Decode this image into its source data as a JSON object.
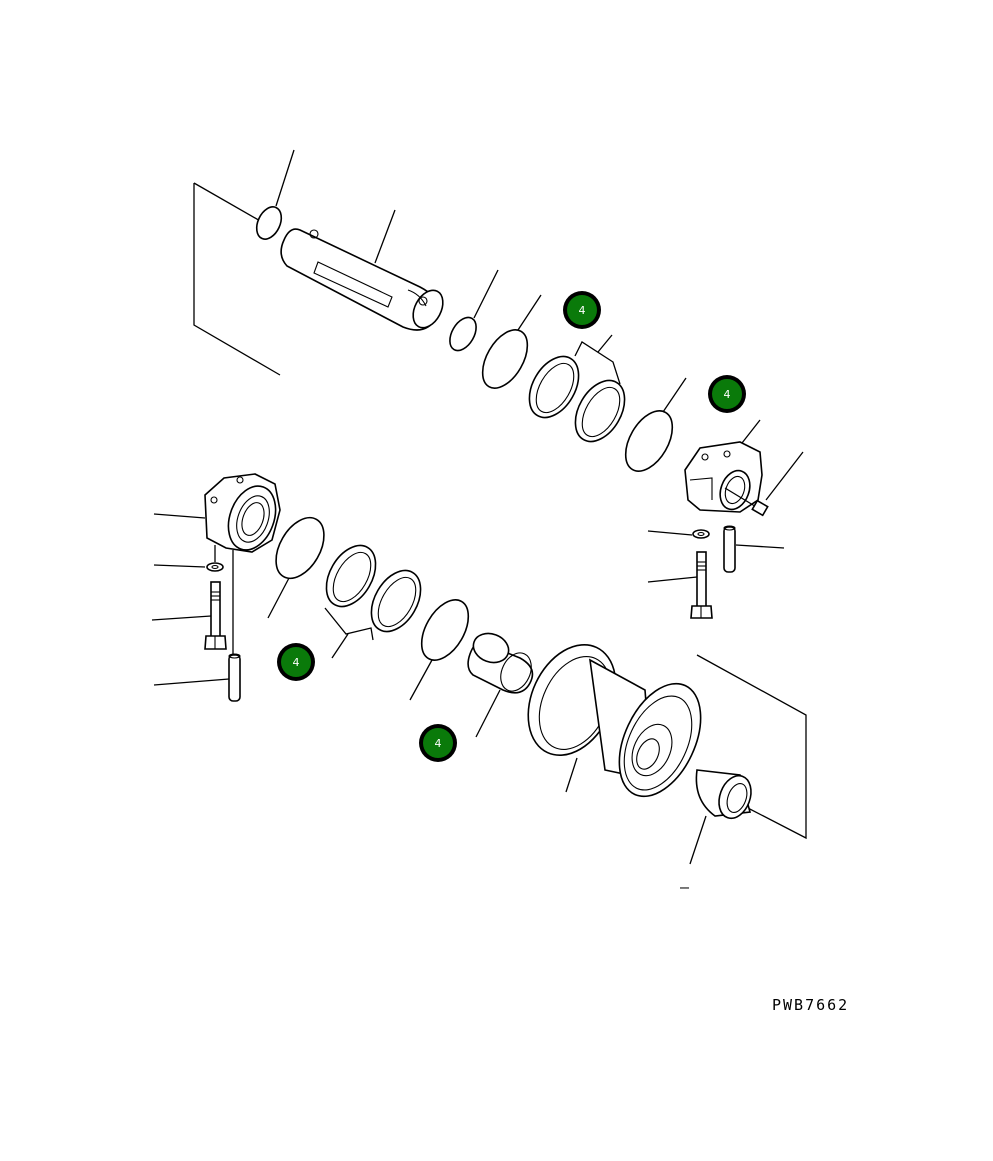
{
  "figure_code": "PWB7662",
  "callouts": [
    {
      "label": "4",
      "color": "#0a7a0a",
      "ring_color": "#000000"
    },
    {
      "label": "4",
      "color": "#0a7a0a",
      "ring_color": "#000000"
    },
    {
      "label": "4",
      "color": "#0a7a0a",
      "ring_color": "#000000"
    },
    {
      "label": "4",
      "color": "#0a7a0a",
      "ring_color": "#000000"
    }
  ],
  "stray_mark": "–",
  "parts": [
    "o-ring-top",
    "shaft",
    "small-o-ring",
    "large-o-ring-upper",
    "floating-seal-pair-upper",
    "o-ring-right",
    "collar-right",
    "bolt-small-right",
    "washer-right",
    "bolt-right",
    "dowel-pin-right",
    "collar-left",
    "washer-left",
    "bolt-left",
    "dowel-pin-left",
    "o-ring-left",
    "floating-seal-pair-lower",
    "o-ring-lower",
    "bushing",
    "roller",
    "bushing-right"
  ]
}
